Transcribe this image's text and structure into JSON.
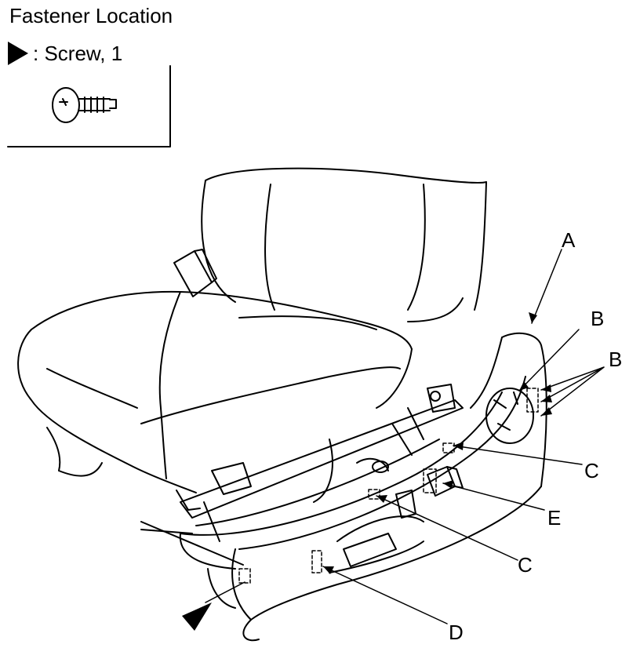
{
  "title": "Fastener Location",
  "legend": {
    "text": ": Screw, 1",
    "icon": "solid-triangle-icon"
  },
  "callouts": {
    "a": "A",
    "b1": "B",
    "b2": "B",
    "c1": "C",
    "c2": "C",
    "d": "D",
    "e": "E"
  },
  "colors": {
    "line": "#000000",
    "background": "#ffffff"
  }
}
